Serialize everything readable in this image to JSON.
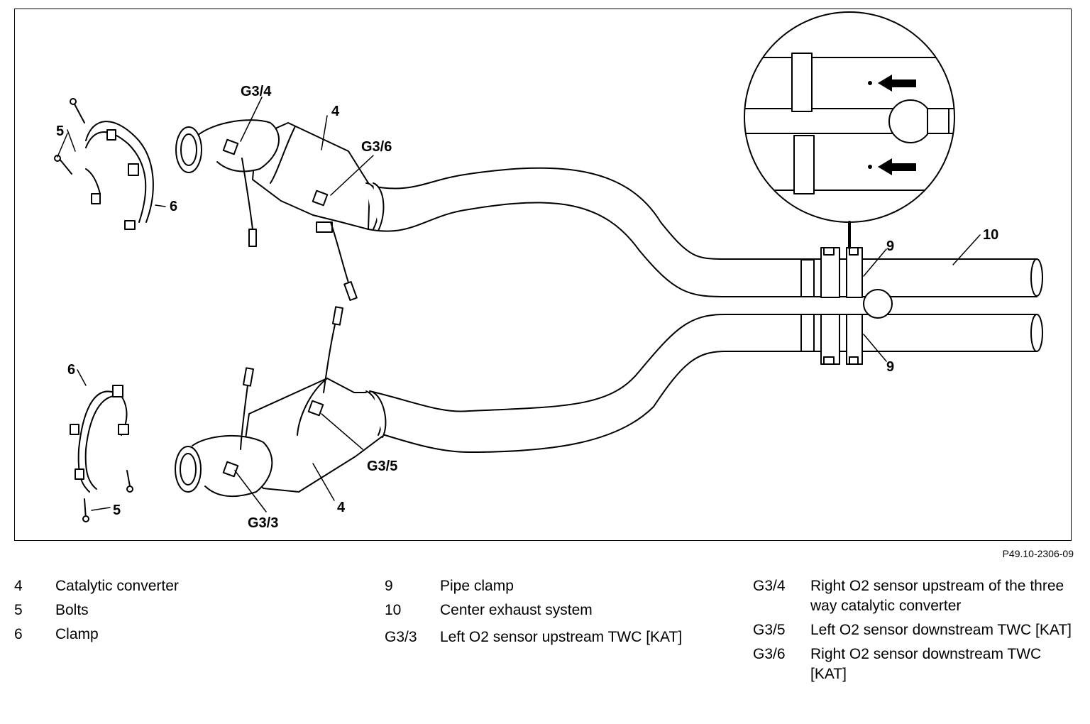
{
  "figure_code": "P49.10-2306-09",
  "callouts": {
    "g34": "G3/4",
    "g36": "G3/6",
    "g35": "G3/5",
    "g33": "G3/3",
    "four_top": "4",
    "four_bottom": "4",
    "five_top": "5",
    "five_bottom": "5",
    "six_top": "6",
    "six_bottom": "6",
    "nine_top": "9",
    "nine_bottom": "9",
    "ten": "10"
  },
  "legend": {
    "col1": [
      {
        "key": "4",
        "desc": "Catalytic converter"
      },
      {
        "key": "5",
        "desc": "Bolts"
      },
      {
        "key": "6",
        "desc": "Clamp"
      }
    ],
    "col2": [
      {
        "key": "9",
        "desc": "Pipe clamp"
      },
      {
        "key": "10",
        "desc": "Center exhaust system"
      },
      {
        "key": "G3/3",
        "desc": "Left O2 sensor upstream TWC [KAT]"
      }
    ],
    "col3": [
      {
        "key": "G3/4",
        "desc": "Right O2 sensor upstream of the three way catalytic converter"
      },
      {
        "key": "G3/5",
        "desc": "Left O2 sensor downstream TWC [KAT]"
      },
      {
        "key": "G3/6",
        "desc": "Right O2 sensor downstream TWC [KAT]"
      }
    ]
  }
}
